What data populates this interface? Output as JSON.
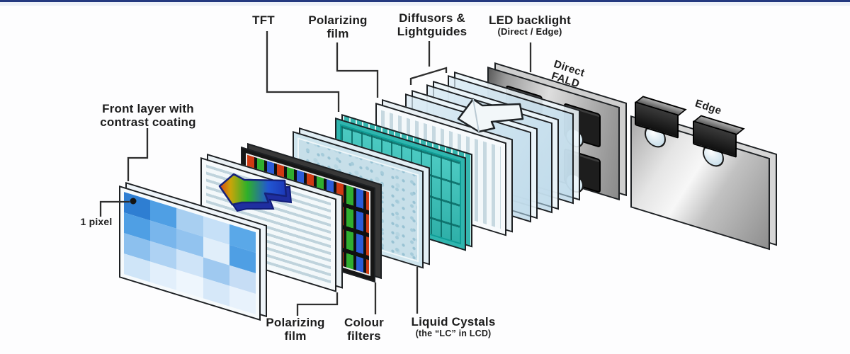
{
  "meta": {
    "description": "Exploded diagram of LCD / LED TV display layers",
    "background": "#fdfdfe",
    "top_bar_color": "#24397f",
    "top_strip_color": "#edf1f8",
    "outline_color": "#1d2023"
  },
  "labels": {
    "front_layer": {
      "line1": "Front layer with",
      "line2": "contrast coating"
    },
    "one_pixel": "1 pixel",
    "tft": "TFT",
    "polarizing_film_top": {
      "line1": "Polarizing",
      "line2": "film"
    },
    "diffusors": {
      "line1": "Diffusors &",
      "line2": "Lightguides"
    },
    "led_backlight": {
      "line1": "LED backlight",
      "line2": "(Direct / Edge)"
    },
    "direct_fald": {
      "line1": "Direct",
      "line2": "FALD"
    },
    "edge": "Edge",
    "polarizing_film_bottom": {
      "line1": "Polarizing",
      "line2": "film"
    },
    "colour_filters": {
      "line1": "Colour",
      "line2": "filters"
    },
    "liquid_crystals": {
      "line1": "Liquid Cystals",
      "line2": "(the “LC” in LCD)"
    }
  },
  "front_layer": {
    "marker_color": "#141414",
    "pixels": [
      "#2e7ed2",
      "#4f9fe4",
      "#a8cff1",
      "#c6e0f7",
      "#5aa8e8",
      "#4f9fe4",
      "#79b6ec",
      "#92c3ef",
      "#e0eefa",
      "#4f9fe4",
      "#8cc0ee",
      "#aed2f3",
      "#cfe4f8",
      "#9fc9f0",
      "#c6ddf5",
      "#cfe5f8",
      "#e2effb",
      "#eef6fd",
      "#d6e8f9",
      "#e8f2fc"
    ]
  },
  "layer_colors": {
    "front_glass": "#f6fafc",
    "polarizing_film": "#f3f8fa",
    "polarizing_stripe": "#bfd3dc",
    "colour_filter_red": "#cf3a12",
    "colour_filter_green": "#2fae2f",
    "colour_filter_blue": "#2b5bd8",
    "colour_filter_frame": "#161616",
    "liquid_crystal": "#c7dfe9",
    "tft_teal": "#2fb5ae",
    "diffusor_glass": "#cfe3f0",
    "backlight_gray": "#c6c6c6",
    "led_black": "#1d1d1d",
    "rainbow_arrow": [
      "#dd3a10",
      "#c8a50a",
      "#2eb029",
      "#2257d2",
      "#1b35b5"
    ],
    "light_arrow": "#f2f7f9"
  }
}
